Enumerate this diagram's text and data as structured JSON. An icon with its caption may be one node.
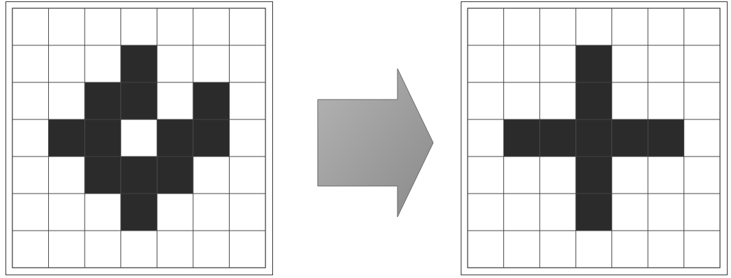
{
  "diagram": {
    "nodes": [
      {
        "text": [],
        "shape": "box"
      },
      {
        "text": [],
        "shape": "box"
      }
    ],
    "edges": [
      {
        "from": 0,
        "to": 1,
        "arrow": "to"
      }
    ]
  }
}
